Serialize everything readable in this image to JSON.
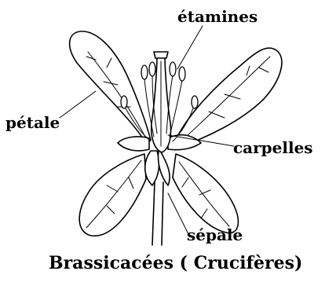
{
  "labels": {
    "etamines": "étamines",
    "petale": "pétale",
    "carpelles": "carpelles",
    "sepale": "sépale"
  },
  "caption": "Brassicacées ( Crucifères)"
}
